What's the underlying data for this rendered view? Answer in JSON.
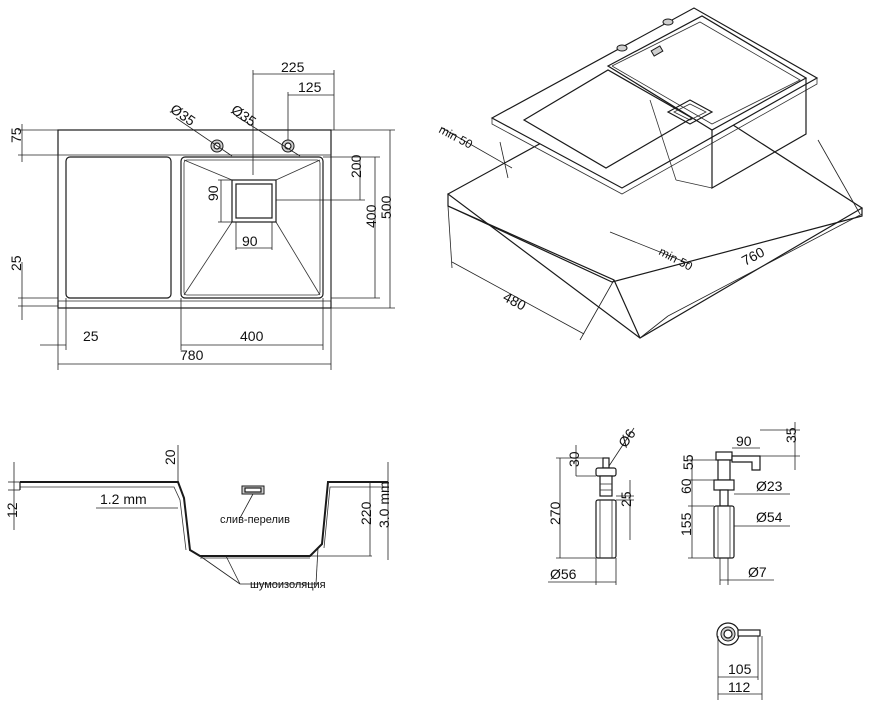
{
  "top_view": {
    "d_top_225": "225",
    "d_top_125": "125",
    "d_hole_left": "Ø35",
    "d_hole_right": "Ø35",
    "d_left_75": "75",
    "d_left_25": "25",
    "d_right_200": "200",
    "d_right_400": "400",
    "d_right_500": "500",
    "d_drain_90v": "90",
    "d_drain_90h": "90",
    "d_bottom_25": "25",
    "d_bottom_400": "400",
    "d_bottom_780": "780"
  },
  "iso_view": {
    "d_min50_left": "min 50",
    "d_min50_right": "min 50",
    "d_480": "480",
    "d_760": "760"
  },
  "section_view": {
    "d_12": "12",
    "d_20": "20",
    "d_1_2mm": "1.2 mm",
    "d_220": "220",
    "d_3mm": "3.0 mm",
    "label_overflow": "слив-перелив",
    "label_noise": "шумоизоляция"
  },
  "dispenser_a": {
    "d_6": "Ø6",
    "d_30": "30",
    "d_270": "270",
    "d_25": "25",
    "d_56": "Ø56"
  },
  "dispenser_b": {
    "d_90": "90",
    "d_35": "35",
    "d_55": "55",
    "d_60": "60",
    "d_23": "Ø23",
    "d_155": "155",
    "d_54": "Ø54",
    "d_7": "Ø7"
  },
  "spout_top": {
    "d_105": "105",
    "d_112": "112"
  }
}
